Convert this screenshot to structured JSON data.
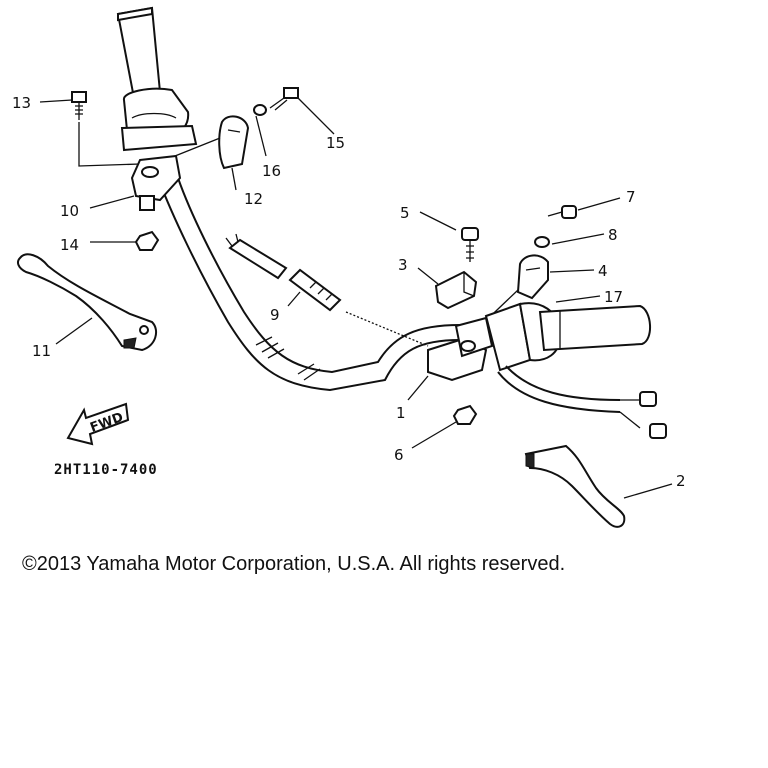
{
  "diagram": {
    "callouts": {
      "c1": "1",
      "c2": "2",
      "c3": "3",
      "c4": "4",
      "c5": "5",
      "c6": "6",
      "c7": "7",
      "c8": "8",
      "c9": "9",
      "c10": "10",
      "c11": "11",
      "c12": "12",
      "c13": "13",
      "c14": "14",
      "c15": "15",
      "c16": "16",
      "c17": "17"
    },
    "fwd_label": "FWD",
    "drawing_code": "2HT110-7400"
  },
  "copyright": "©2013 Yamaha Motor Corporation, U.S.A. All rights reserved."
}
